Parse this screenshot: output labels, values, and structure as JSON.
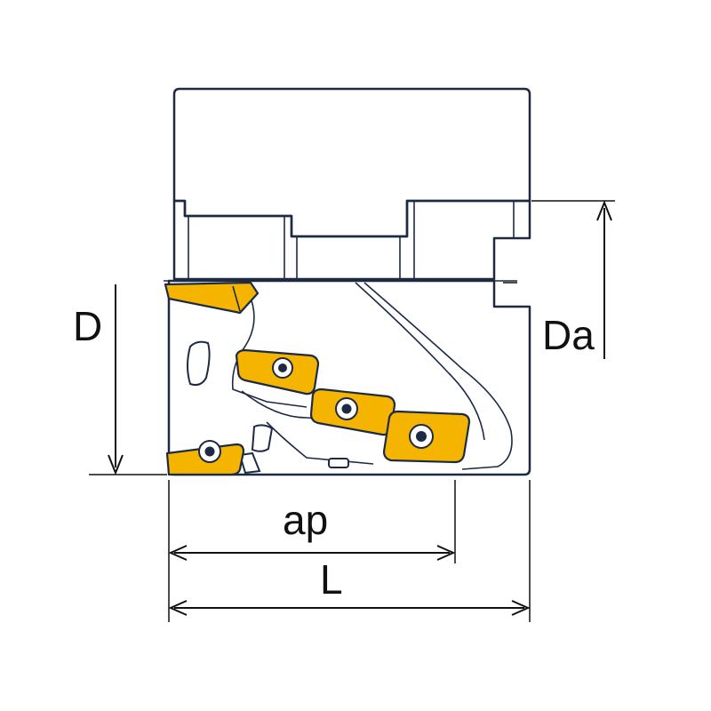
{
  "labels": {
    "D": "D",
    "Da": "Da",
    "ap": "ap",
    "L": "L"
  },
  "colors": {
    "body_top": "#e6ecf6",
    "body_bottom": "#a9b6cc",
    "insert": "#f5b400",
    "outline": "#1c2a44",
    "hatch": "#1c2a44"
  }
}
